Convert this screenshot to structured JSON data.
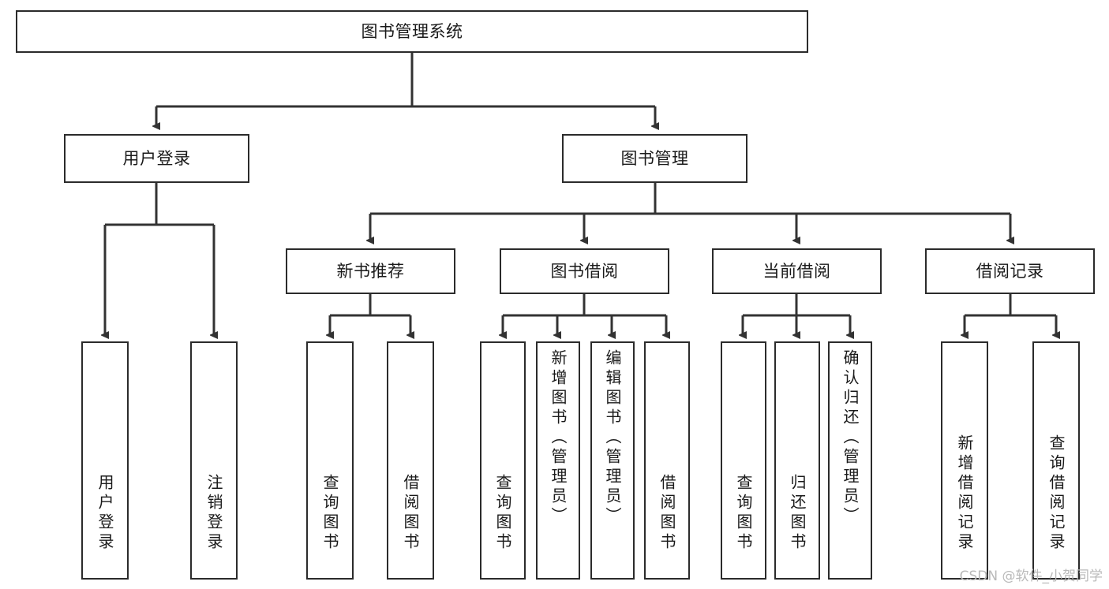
{
  "diagram": {
    "title": "图书管理系统",
    "type": "tree-hierarchy",
    "watermark": "CSDN @软件_小贺同学",
    "colors": {
      "background": "#ffffff",
      "box_border": "#2b2b2b",
      "box_fill": "#ffffff",
      "connector": "#333333",
      "text": "#1a1a1a",
      "watermark": "#b9b9b9"
    },
    "root": {
      "label": "图书管理系统"
    },
    "level2": [
      {
        "label": "用户登录"
      },
      {
        "label": "图书管理"
      }
    ],
    "level3": [
      {
        "label": "新书推荐"
      },
      {
        "label": "图书借阅"
      },
      {
        "label": "当前借阅"
      },
      {
        "label": "借阅记录"
      }
    ],
    "leaves": {
      "user_login": [
        {
          "label": "用户登录"
        },
        {
          "label": "注销登录"
        }
      ],
      "new_book": [
        {
          "label": "查询图书"
        },
        {
          "label": "借阅图书"
        }
      ],
      "book_borrow": [
        {
          "label": "查询图书"
        },
        {
          "label": "新增图书（管理员）"
        },
        {
          "label": "编辑图书（管理员）"
        },
        {
          "label": "借阅图书"
        }
      ],
      "current_borrow": [
        {
          "label": "查询图书"
        },
        {
          "label": "归还图书"
        },
        {
          "label": "确认归还（管理员）"
        }
      ],
      "borrow_record": [
        {
          "label": "新增借阅记录"
        },
        {
          "label": "查询借阅记录"
        }
      ]
    }
  }
}
